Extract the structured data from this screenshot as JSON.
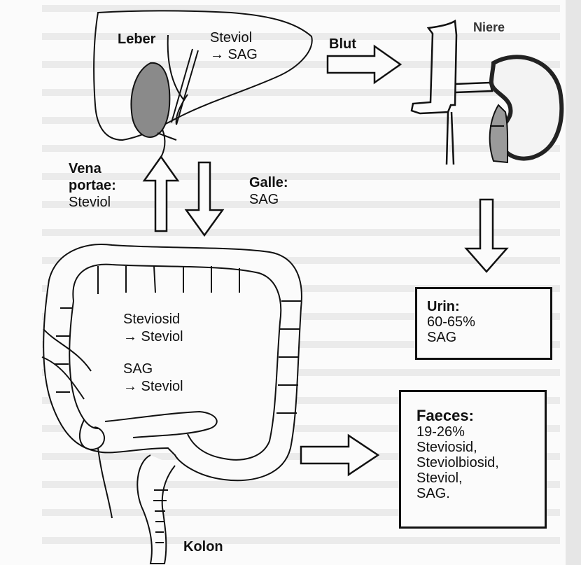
{
  "liver": {
    "title": "Leber",
    "conversion_line1": "Steviol",
    "conversion_line2": "→ SAG"
  },
  "blood": {
    "label": "Blut"
  },
  "kidney": {
    "label": "Niere"
  },
  "portal_vein": {
    "line1": "Vena",
    "line2": "portae:",
    "line3": "Steviol"
  },
  "bile": {
    "line1": "Galle:",
    "line2": "SAG"
  },
  "colon": {
    "title": "Kolon",
    "reaction1_line1": "Steviosid",
    "reaction1_line2": "→ Steviol",
    "reaction2_line1": "SAG",
    "reaction2_line2": "→ Steviol"
  },
  "urine_box": {
    "title": "Urin:",
    "line1": "60-65%",
    "line2": "SAG"
  },
  "faeces_box": {
    "title": "Faeces:",
    "line1": "19-26%",
    "line2": "Steviosid,",
    "line3": "Steviolbiosid,",
    "line4": "Steviol,",
    "line5": "SAG."
  }
}
